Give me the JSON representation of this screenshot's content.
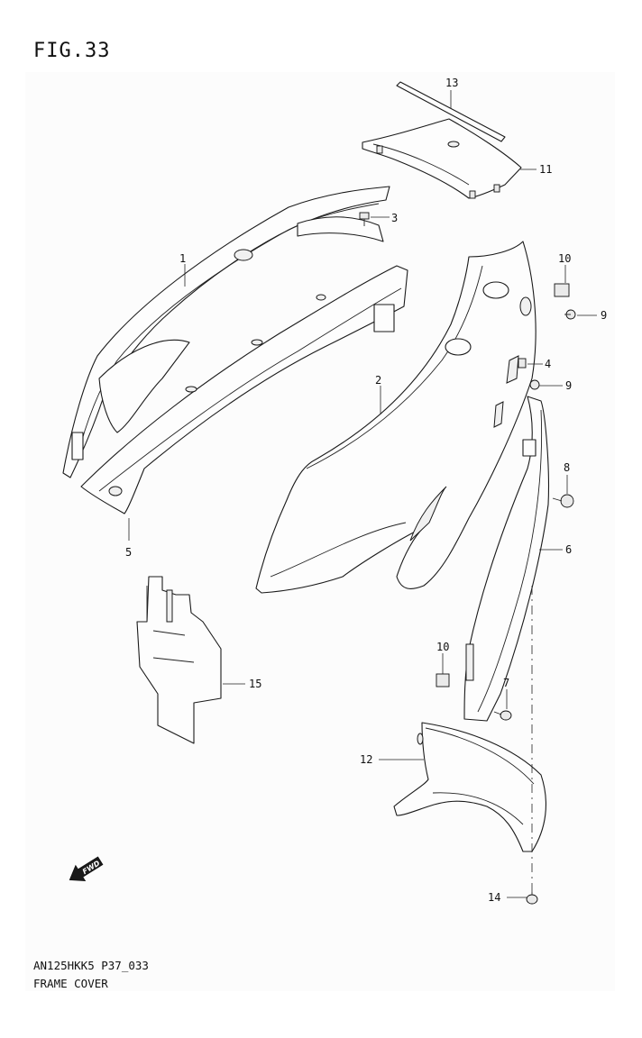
{
  "figure": {
    "title": "FIG.33",
    "code": "AN125HKK5 P37_033",
    "caption": "FRAME COVER"
  },
  "callouts": [
    "1",
    "2",
    "3",
    "4",
    "5",
    "6",
    "7",
    "8",
    "9",
    "9",
    "10",
    "10",
    "11",
    "12",
    "13",
    "14",
    "15"
  ],
  "direction_marker": "FWD"
}
